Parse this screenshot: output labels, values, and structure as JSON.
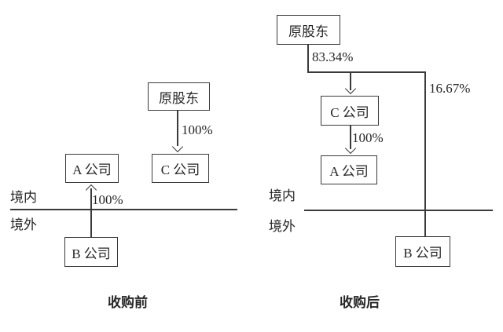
{
  "colors": {
    "line": "#3a3a3a",
    "text": "#262626",
    "background": "#ffffff"
  },
  "before": {
    "caption": "收购前",
    "shareholder": "原股东",
    "company_a": "A 公司",
    "company_b": "B 公司",
    "company_c": "C 公司",
    "shareholder_to_c_pct": "100%",
    "b_to_a_pct": "100%",
    "region_inside": "境内",
    "region_outside": "境外"
  },
  "after": {
    "caption": "收购后",
    "shareholder": "原股东",
    "company_a": "A 公司",
    "company_b": "B 公司",
    "company_c": "C 公司",
    "shareholder_to_c_pct": "83.34%",
    "shareholder_to_b_pct": "16.67%",
    "c_to_a_pct": "100%",
    "region_inside": "境内",
    "region_outside": "境外"
  }
}
